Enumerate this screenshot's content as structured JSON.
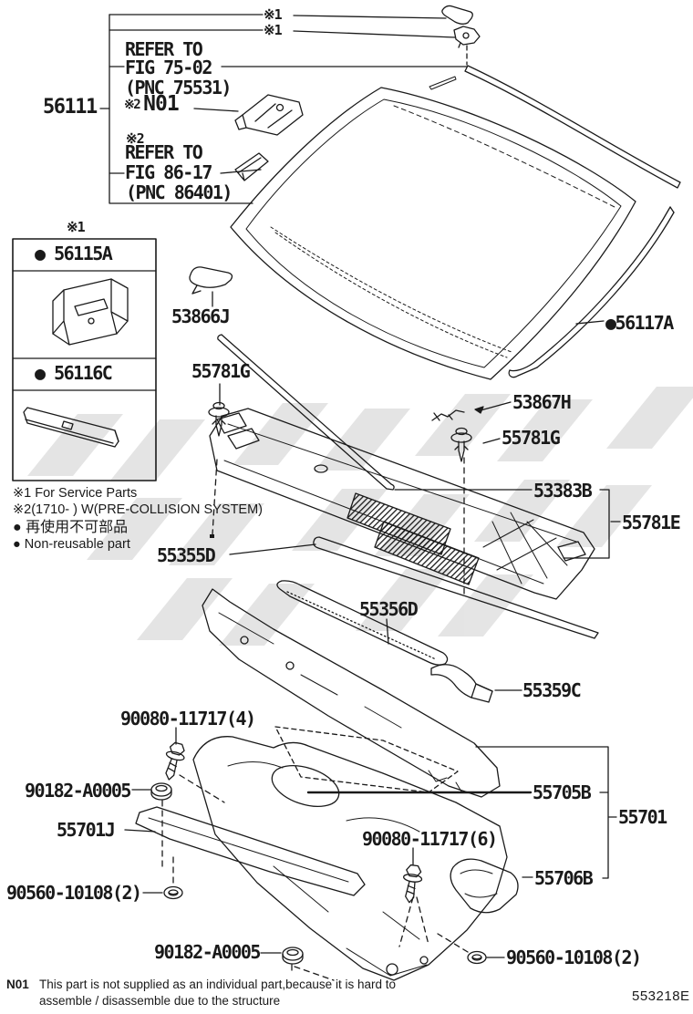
{
  "colors": {
    "line": "#1a1a1a",
    "watermark": "#cfcfcf"
  },
  "figure_code": "553218E",
  "refer_box": {
    "sym1_a": "※1",
    "sym1_b": "※1",
    "refer1_1": "REFER TO",
    "refer1_2": "FIG 75-02",
    "refer1_3": "(PNC 75531)",
    "part_56111": "56111",
    "sym2": "※2",
    "n01": "N01",
    "sym2b": "※2",
    "refer2_1": "REFER TO",
    "refer2_2": "FIG 86-17",
    "refer2_3": "(PNC 86401)"
  },
  "service_box": {
    "sym1": "※1",
    "item1": "● 56115A",
    "item2": "● 56116C"
  },
  "notes": {
    "n1": "※1 For Service Parts",
    "n2": "※2(1710-      ) W(PRE-COLLISION SYSTEM)",
    "n3": "● 再使用不可部品",
    "n4": "● Non-reusable part"
  },
  "labels": {
    "p53866J": "53866J",
    "p55781G_left": "55781G",
    "p56117A": "●56117A",
    "p53867H": "53867H",
    "p55781G_right": "55781G",
    "p53383B": "53383B",
    "p55781E": "55781E",
    "p55355D": "55355D",
    "p55356D": "55356D",
    "p55359C": "55359C",
    "p90080_4": "90080-11717(4)",
    "p90182_upper": "90182-A0005",
    "p55701J": "55701J",
    "p90560_left": "90560-10108(2)",
    "p90080_6": "90080-11717(6)",
    "p55705B": "55705B",
    "p55701": "55701",
    "p55706B": "55706B",
    "p90560_right": "90560-10108(2)",
    "p90182_lower": "90182-A0005"
  },
  "footnote": {
    "code": "N01",
    "line1": "This part is not supplied as an individual part,because it is hard to",
    "line2": "assemble / disassemble due to the structure"
  }
}
